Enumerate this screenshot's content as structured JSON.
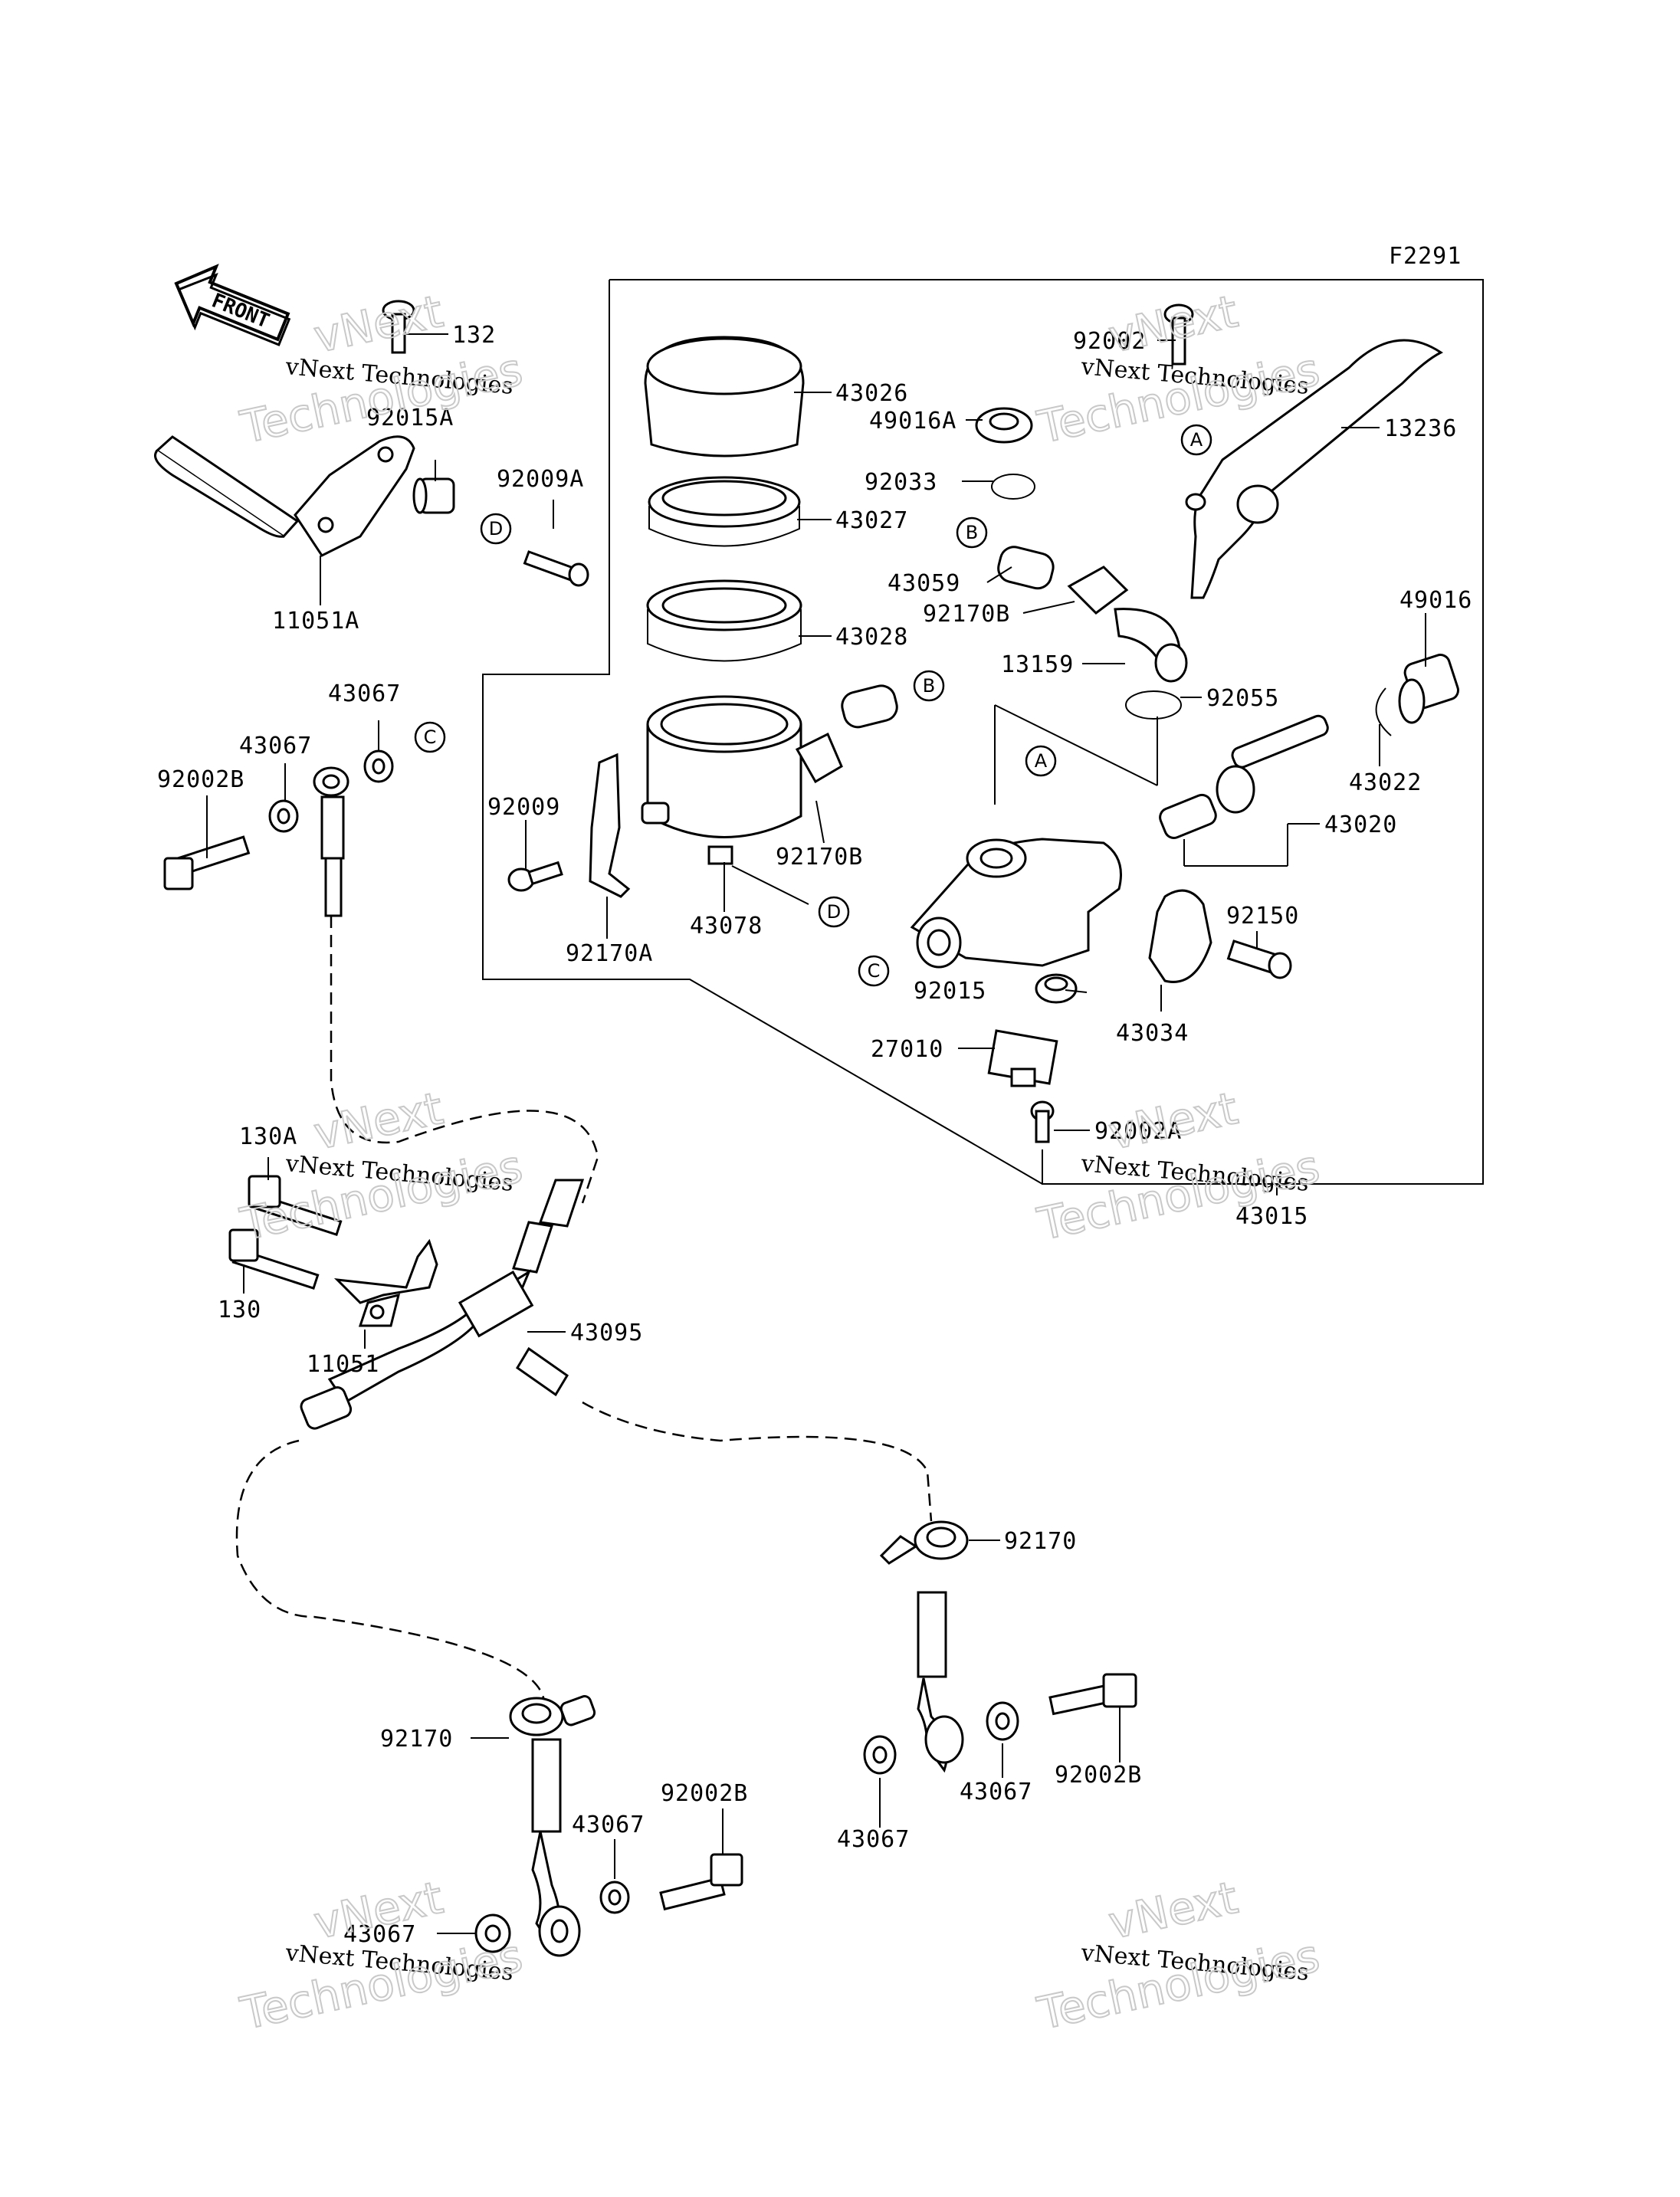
{
  "figure_code": "F2291",
  "front_arrow": "FRONT",
  "watermark": {
    "line1": "vNext",
    "line2": "vNext Technologies",
    "line3": "Technologies"
  },
  "labels": {
    "p132": "132",
    "p92015A": "92015A",
    "p92009A": "92009A",
    "p11051A": "11051A",
    "p43067_top1": "43067",
    "p43067_top2": "43067",
    "p92002B_top": "92002B",
    "p43026": "43026",
    "p49016A": "49016A",
    "p92033": "92033",
    "p43027": "43027",
    "p43059": "43059",
    "p92170B_a": "92170B",
    "p43028": "43028",
    "p13159": "13159",
    "p92055": "92055",
    "p92002": "92002",
    "p13236": "13236",
    "p49016": "49016",
    "p43022": "43022",
    "p43020": "43020",
    "p92009": "92009",
    "p92170A": "92170A",
    "p43078": "43078",
    "p92170B_b": "92170B",
    "p92015": "92015",
    "p92150": "92150",
    "p43034": "43034",
    "p27010": "27010",
    "p92002A": "92002A",
    "p43015": "43015",
    "p130A": "130A",
    "p130": "130",
    "p11051": "11051",
    "p43095": "43095",
    "p92170_r": "92170",
    "p92170_l": "92170",
    "p43067_bl1": "43067",
    "p92002B_bl": "92002B",
    "p43067_bl2": "43067",
    "p43067_br1": "43067",
    "p43067_br2": "43067",
    "p92002B_br": "92002B"
  },
  "callouts": {
    "A": "A",
    "B": "B",
    "C": "C",
    "D": "D"
  }
}
